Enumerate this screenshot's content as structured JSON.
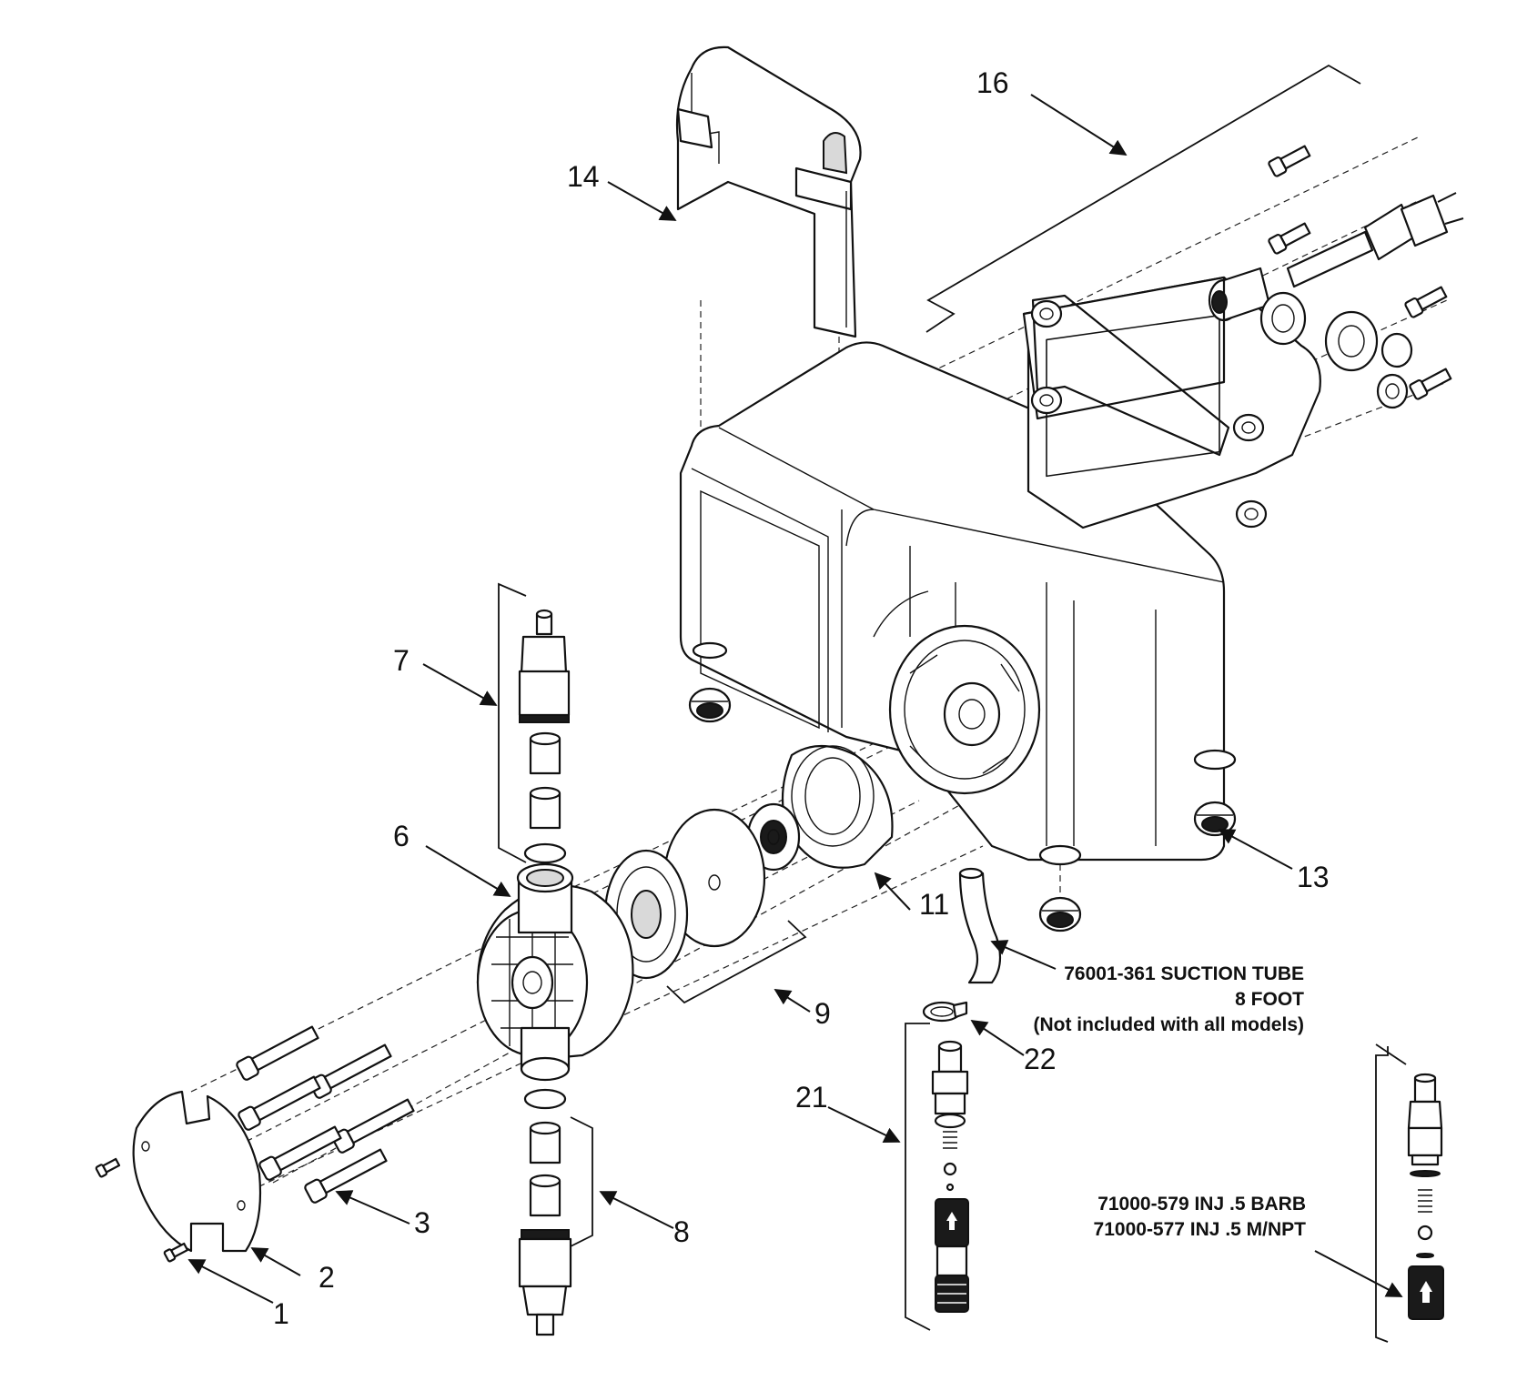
{
  "callouts": [
    {
      "id": "1",
      "label": "1"
    },
    {
      "id": "2",
      "label": "2"
    },
    {
      "id": "3",
      "label": "3"
    },
    {
      "id": "6",
      "label": "6"
    },
    {
      "id": "7",
      "label": "7"
    },
    {
      "id": "8",
      "label": "8"
    },
    {
      "id": "9",
      "label": "9"
    },
    {
      "id": "11",
      "label": "11"
    },
    {
      "id": "13",
      "label": "13"
    },
    {
      "id": "14",
      "label": "14"
    },
    {
      "id": "16",
      "label": "16"
    },
    {
      "id": "21",
      "label": "21"
    },
    {
      "id": "22",
      "label": "22"
    }
  ],
  "notes": {
    "suction_tube": {
      "line1": "76001-361 SUCTION TUBE",
      "line2": "8 FOOT",
      "line3": "(Not included with all models)"
    },
    "injector": {
      "line1": "71000-579 INJ .5 BARB",
      "line2": "71000-577 INJ .5 M/NPT"
    }
  }
}
